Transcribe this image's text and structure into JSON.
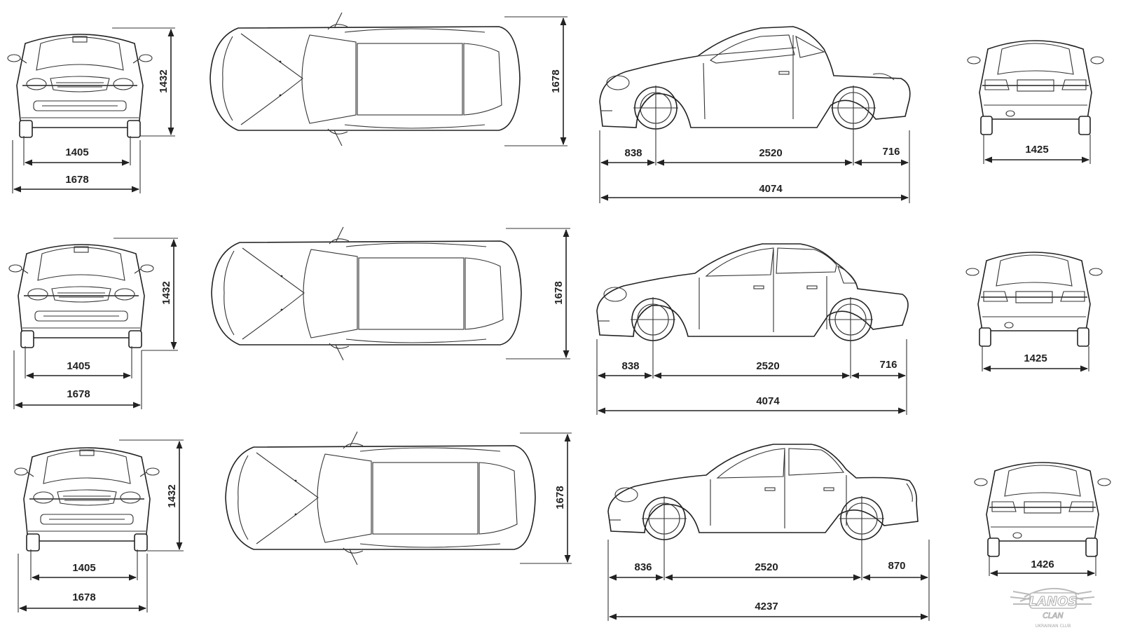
{
  "rows": [
    {
      "variant": "3-door hatchback",
      "front": {
        "track": "1405",
        "width": "1678",
        "height": "1432"
      },
      "top": {
        "width": "1678"
      },
      "side": {
        "front_overhang": "838",
        "wheelbase": "2520",
        "rear_overhang": "716",
        "length": "4074"
      },
      "rear": {
        "track": "1425"
      }
    },
    {
      "variant": "5-door hatchback",
      "front": {
        "track": "1405",
        "width": "1678",
        "height": "1432"
      },
      "top": {
        "width": "1678"
      },
      "side": {
        "front_overhang": "838",
        "wheelbase": "2520",
        "rear_overhang": "716",
        "length": "4074"
      },
      "rear": {
        "track": "1425"
      }
    },
    {
      "variant": "4-door sedan",
      "front": {
        "track": "1405",
        "width": "1678",
        "height": "1432"
      },
      "top": {
        "width": "1678"
      },
      "side": {
        "front_overhang": "836",
        "wheelbase": "2520",
        "rear_overhang": "870",
        "length": "4237"
      },
      "rear": {
        "track": "1426"
      }
    }
  ],
  "logo": {
    "name": "LANOS",
    "sub": "CLAN",
    "tagline": "UKRAINIAN CLUB"
  },
  "colors": {
    "line": "#222222",
    "background": "#ffffff",
    "logo": "#bbbbbb"
  }
}
